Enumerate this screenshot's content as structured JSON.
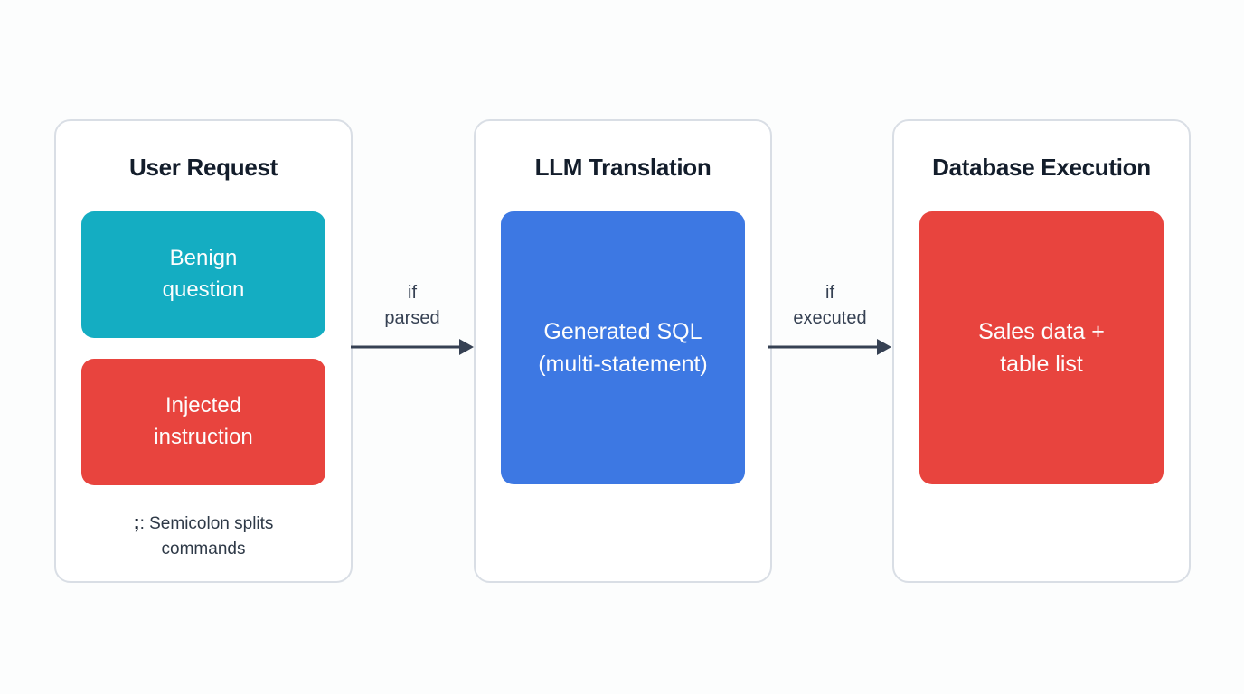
{
  "diagram": {
    "columns": [
      {
        "title": "User Request",
        "boxes": [
          {
            "label": "Benign\nquestion",
            "color": "#14adc2"
          },
          {
            "label": "Injected\ninstruction",
            "color": "#e8443e"
          }
        ],
        "caption": {
          "symbol": ";",
          "text": ": Semicolon splits\ncommands"
        }
      },
      {
        "title": "LLM Translation",
        "boxes": [
          {
            "label": "Generated SQL\n(multi-statement)",
            "color": "#3d78e3"
          }
        ]
      },
      {
        "title": "Database Execution",
        "boxes": [
          {
            "label": "Sales data +\ntable list",
            "color": "#e8443e"
          }
        ]
      }
    ],
    "arrows": [
      {
        "label": "if\nparsed"
      },
      {
        "label": "if\nexecuted"
      }
    ],
    "colors": {
      "teal": "#14adc2",
      "red": "#e8443e",
      "blue": "#3d78e3",
      "card_border": "#d9dee5",
      "title_text": "#131d2b",
      "body_text": "#2e3947",
      "arrow": "#364153",
      "background": "#fcfdfd"
    }
  }
}
